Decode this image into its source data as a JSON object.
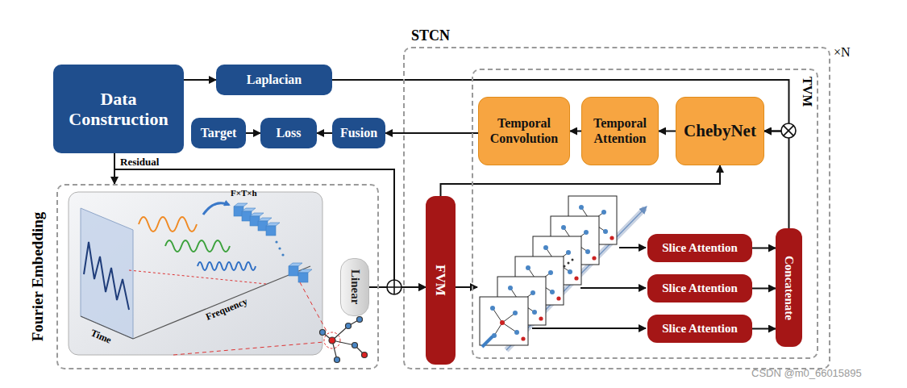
{
  "diagram": {
    "nodes": [
      {
        "text": [
          "Data Construction"
        ]
      },
      {
        "text": [
          "Laplacian"
        ]
      },
      {
        "text": [
          "Target"
        ]
      },
      {
        "text": [
          "Loss"
        ]
      },
      {
        "text": [
          "Fusion"
        ]
      },
      {
        "text": [
          "Fourier Embedding"
        ]
      },
      {
        "text": [
          "Linear"
        ],
        "in": 5
      },
      {
        "text": [
          "STCN"
        ]
      },
      {
        "text": [
          "TVM"
        ],
        "in": 7
      },
      {
        "text": [
          "Temporal Convolution"
        ],
        "in": 8
      },
      {
        "text": [
          "Temporal Attention"
        ],
        "in": 8
      },
      {
        "text": [
          "ChebyNet"
        ],
        "in": 8
      },
      {
        "text": [
          "FVM"
        ],
        "in": 7
      },
      {
        "text": [
          "Slice Attention"
        ],
        "in": 8
      },
      {
        "text": [
          "Slice Attention"
        ],
        "in": 8
      },
      {
        "text": [
          "Slice Attention"
        ],
        "in": 8
      },
      {
        "text": [
          "Concatenate"
        ],
        "in": 8
      }
    ],
    "edges": [
      {
        "from": 0,
        "to": 1,
        "arrow": "to"
      },
      {
        "from": 1,
        "to": 11,
        "arrow": "to"
      },
      {
        "from": 16,
        "to": 11,
        "arrow": "to"
      },
      {
        "from": 11,
        "to": 10,
        "arrow": "to"
      },
      {
        "from": 10,
        "to": 9,
        "arrow": "to"
      },
      {
        "from": 9,
        "to": 4,
        "arrow": "to"
      },
      {
        "from": 4,
        "to": 3,
        "arrow": "to"
      },
      {
        "from": 2,
        "to": 3,
        "arrow": "to"
      },
      {
        "from": 0,
        "to": 5,
        "arrow": "to"
      },
      {
        "from": 0,
        "to": 12,
        "label": "Residual",
        "arrow": "to"
      },
      {
        "from": 6,
        "to": 12,
        "arrow": "to"
      },
      {
        "from": 12,
        "to": 11,
        "arrow": "to"
      },
      {
        "from": 13,
        "to": 16,
        "arrow": "to"
      },
      {
        "from": 14,
        "to": 16,
        "arrow": "to"
      },
      {
        "from": 15,
        "to": 16,
        "arrow": "to"
      }
    ],
    "labels": [
      "F×T×h",
      "Time",
      "Frequency",
      "×N",
      "CSDN @m0_66015895"
    ]
  }
}
